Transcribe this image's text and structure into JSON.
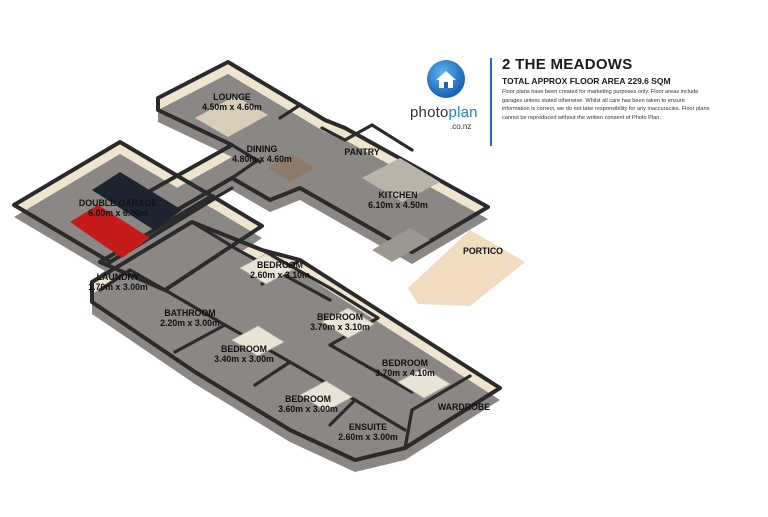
{
  "header": {
    "title": "2 THE MEADOWS",
    "subtitle": "TOTAL APPROX FLOOR AREA 229.6 SQM",
    "disclaimer": "Floor plans have been created for marketing purposes only. Floor areas include garages unless stated otherwise. Whilst all care has been taken to ensure information is correct, we do not take responsibility for any inaccuracies. Floor plans cannot be reproduced without the written consent of Photo Plan."
  },
  "logo": {
    "icon": "house-icon",
    "word_a": "photo",
    "word_b": "plan",
    "domain": ".co.nz",
    "brand_color": "#1c7fd1"
  },
  "rooms": [
    {
      "id": "lounge",
      "name": "LOUNGE",
      "size": "4.50m x 4.60m"
    },
    {
      "id": "dining",
      "name": "DINING",
      "size": "4.80m x 4.60m"
    },
    {
      "id": "pantry",
      "name": "PANTRY",
      "size": ""
    },
    {
      "id": "kitchen",
      "name": "KITCHEN",
      "size": "6.10m x 4.50m"
    },
    {
      "id": "double-garage",
      "name": "DOUBLE GARAGE",
      "size": "6.00m x 6.00m"
    },
    {
      "id": "portico",
      "name": "PORTICO",
      "size": ""
    },
    {
      "id": "laundry",
      "name": "LAUNDRY",
      "size": "1.70m x 3.00m"
    },
    {
      "id": "bedroom-1",
      "name": "BEDROOM",
      "size": "2.60m x 3.10m"
    },
    {
      "id": "bedroom-2",
      "name": "BEDROOM",
      "size": "3.70m x 3.10m"
    },
    {
      "id": "bathroom",
      "name": "BATHROOM",
      "size": "2.20m x 3.00m"
    },
    {
      "id": "bedroom-3",
      "name": "BEDROOM",
      "size": "3.40m x 3.00m"
    },
    {
      "id": "bedroom-4",
      "name": "BEDROOM",
      "size": "3.70m x 4.10m"
    },
    {
      "id": "bedroom-5",
      "name": "BEDROOM",
      "size": "3.60m x 3.00m"
    },
    {
      "id": "wardrobe",
      "name": "WARDROBE",
      "size": ""
    },
    {
      "id": "ensuite",
      "name": "ENSUITE",
      "size": "2.60m x 3.00m"
    }
  ],
  "colors": {
    "floor": "#efe4cf",
    "wall_top": "#2a2a2a",
    "wall_side": "#8a8784",
    "portico": "#f1dcc0",
    "car_red": "#c41a1a",
    "car_dark": "#1d2430"
  }
}
